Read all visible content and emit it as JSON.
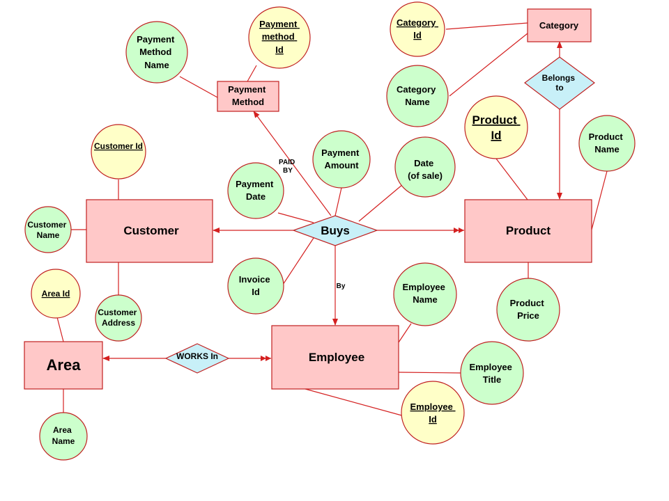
{
  "entities": {
    "payment_method": [
      "Payment",
      "Method"
    ],
    "category": [
      "Category"
    ],
    "customer": [
      "Customer"
    ],
    "product": [
      "Product"
    ],
    "area": [
      "Area"
    ],
    "employee": [
      "Employee"
    ]
  },
  "relationships": {
    "belongs_to": [
      "Belongs",
      "to"
    ],
    "buys": [
      "Buys"
    ],
    "works_in": [
      "WORKS In"
    ]
  },
  "attributes": {
    "payment_method_name": [
      "Payment",
      "Method",
      "Name"
    ],
    "payment_method_id": [
      "Payment",
      "method",
      "Id"
    ],
    "category_id": [
      "Category",
      "Id"
    ],
    "category_name": [
      "Category",
      "Name"
    ],
    "customer_id": [
      "Customer Id"
    ],
    "payment_amount": [
      "Payment",
      "Amount"
    ],
    "date_of_sale": [
      "Date",
      "(of sale)"
    ],
    "product_id": [
      "Product",
      "Id"
    ],
    "product_name": [
      "Product",
      "Name"
    ],
    "payment_date": [
      "Payment",
      "Date"
    ],
    "customer_name": [
      "Customer",
      "Name"
    ],
    "invoice_id": [
      "Invoice",
      "Id"
    ],
    "employee_name": [
      "Employee",
      "Name"
    ],
    "area_id": [
      "Area Id"
    ],
    "customer_address": [
      "Customer",
      "Address"
    ],
    "product_price": [
      "Product",
      "Price"
    ],
    "employee_title": [
      "Employee",
      "Title"
    ],
    "employee_id": [
      "Employee",
      "Id"
    ],
    "area_name": [
      "Area",
      "Name"
    ]
  },
  "edge_labels": {
    "paid_by": [
      "PAID",
      "BY"
    ],
    "by": [
      "By"
    ]
  },
  "colors": {
    "entity_fill": "#ffc8c8",
    "key_attribute_fill": "#ffffc8",
    "attribute_fill": "#ccffcc",
    "relationship_fill": "#c8f0f8",
    "line": "#d42020"
  }
}
